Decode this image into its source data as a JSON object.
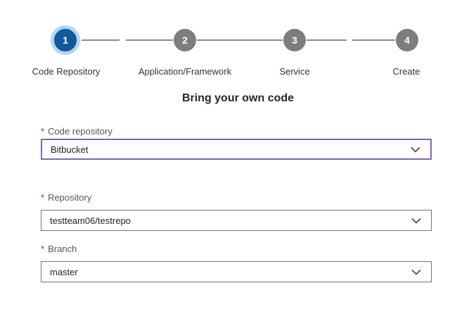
{
  "stepper": {
    "steps": [
      {
        "number": "1",
        "label": "Code Repository",
        "state": "active"
      },
      {
        "number": "2",
        "label": "Application/Framework",
        "state": "inactive"
      },
      {
        "number": "3",
        "label": "Service",
        "state": "inactive"
      },
      {
        "number": "4",
        "label": "Create",
        "state": "inactive"
      }
    ]
  },
  "title": "Bring your own code",
  "form": {
    "required_marker": "*",
    "fields": [
      {
        "label": "Code repository",
        "value": "Bitbucket",
        "focused": true
      },
      {
        "label": "Repository",
        "value": "testteam06/testrepo",
        "focused": false
      },
      {
        "label": "Branch",
        "value": "master",
        "focused": false
      }
    ]
  },
  "colors": {
    "active_step_fill": "#11589d",
    "active_step_ring": "#b5d5ef",
    "inactive_step_fill": "#7d7d7d",
    "connector": "#8b8b8b",
    "focused_border": "#8764ab",
    "default_border": "#737373",
    "required_asterisk": "#a4262c"
  }
}
